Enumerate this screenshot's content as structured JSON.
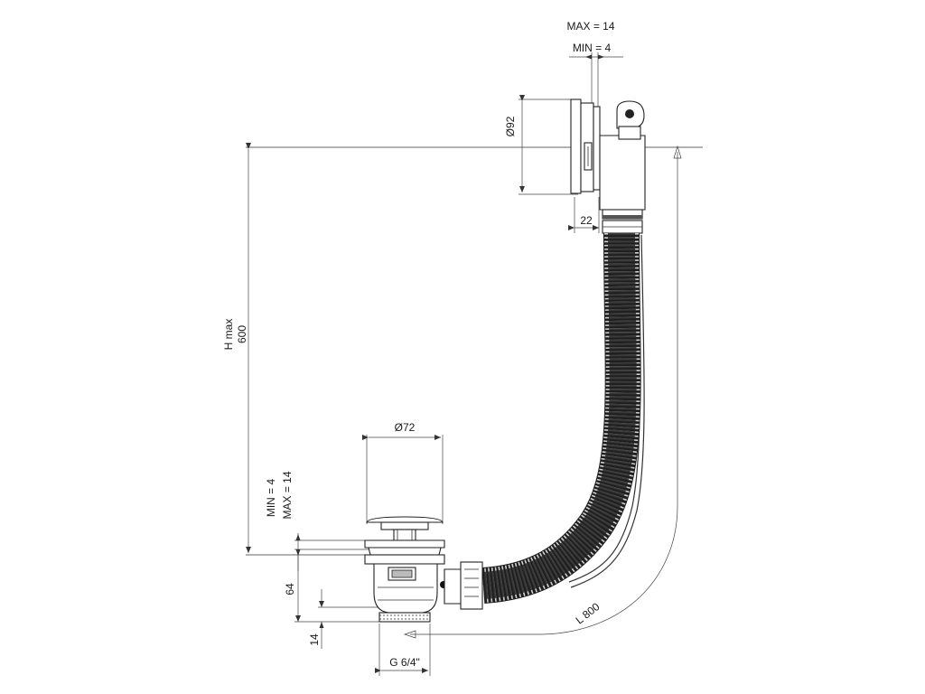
{
  "labels": {
    "overflow_max": "MAX = 14",
    "overflow_min": "MIN =  4",
    "overflow_diameter": "Ø92",
    "overflow_depth": "22",
    "height_label": "H max",
    "height_value": "600",
    "waste_diameter": "Ø72",
    "waste_min": "MIN =  4",
    "waste_max": "MAX =  14",
    "waste_height": "64",
    "thread_height": "14",
    "thread_size": "G 6/4\"",
    "hose_length": "L 800"
  }
}
